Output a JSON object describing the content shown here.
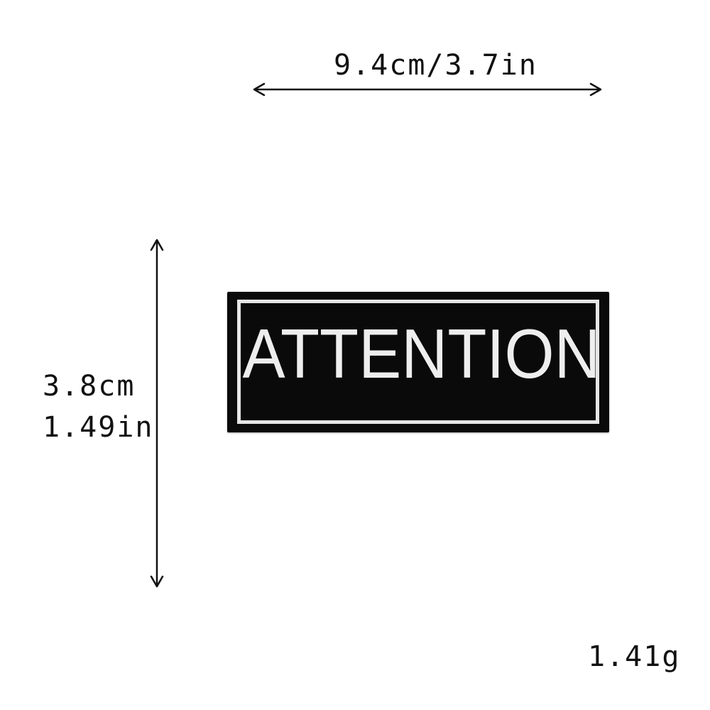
{
  "dimensions": {
    "width_label": "9.4cm/3.7in",
    "height_cm_label": "3.8cm",
    "height_in_label": "1.49in",
    "weight_label": "1.41g"
  },
  "patch": {
    "text": "ATTENTION",
    "background_color": "#0a0a0a",
    "border_color": "#e6e6e6",
    "text_color": "#eeeeee"
  },
  "icons": {
    "horizontal_arrow": "double-headed-horizontal-arrow",
    "vertical_arrow": "double-headed-vertical-arrow"
  }
}
